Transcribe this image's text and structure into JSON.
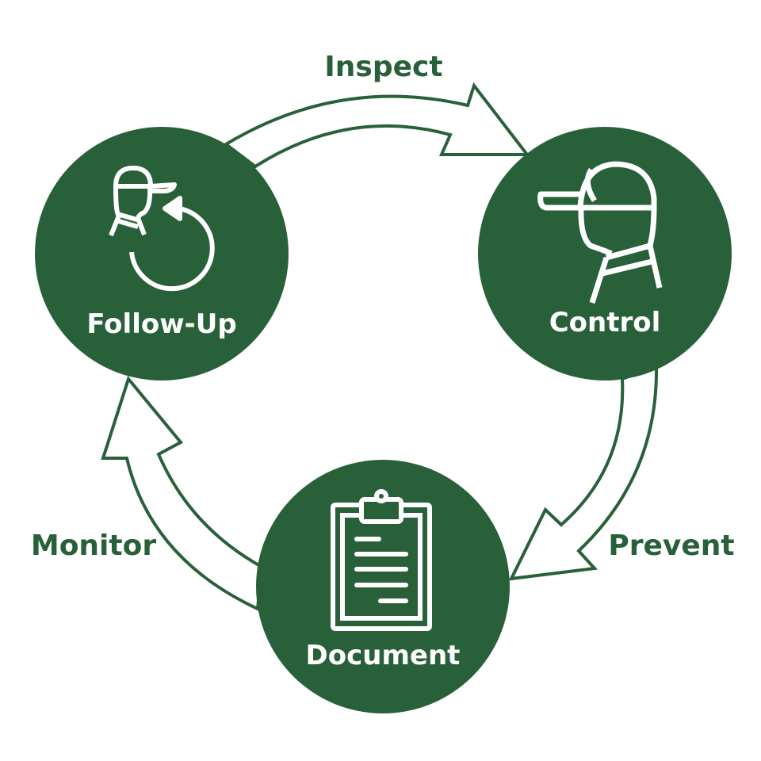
{
  "colors": {
    "primary": "#286039",
    "icon": "#ffffff"
  },
  "cycle": {
    "nodes": [
      {
        "label": "Follow-Up",
        "icon": "worker-with-cycle-arrow-icon"
      },
      {
        "label": "Control",
        "icon": "worker-cap-icon"
      },
      {
        "label": "Document",
        "icon": "clipboard-icon"
      }
    ],
    "arrows": [
      {
        "label": "Inspect",
        "from": "Follow-Up",
        "to": "Control"
      },
      {
        "label": "Prevent",
        "from": "Control",
        "to": "Document"
      },
      {
        "label": "Monitor",
        "from": "Document",
        "to": "Follow-Up"
      }
    ]
  }
}
